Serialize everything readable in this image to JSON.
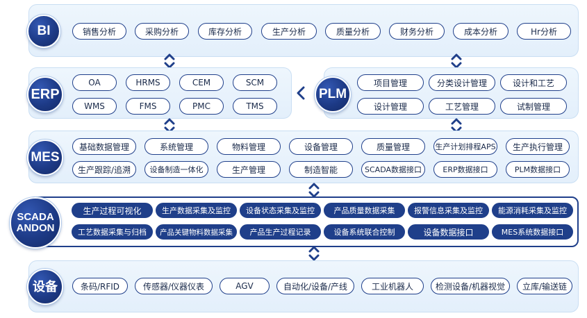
{
  "colors": {
    "navy": "#1f3f8a",
    "panel_bg": "#e8f2fc",
    "panel_border": "#c9def3"
  },
  "layers": {
    "bi": {
      "badge": "BI",
      "items": [
        "销售分析",
        "采购分析",
        "库存分析",
        "生产分析",
        "质量分析",
        "财务分析",
        "成本分析",
        "Hr分析"
      ]
    },
    "erp": {
      "badge": "ERP",
      "items": [
        "OA",
        "HRMS",
        "CEM",
        "SCM",
        "WMS",
        "FMS",
        "PMC",
        "TMS"
      ]
    },
    "plm": {
      "badge": "PLM",
      "items": [
        "项目管理",
        "分类设计管理",
        "设计和工艺",
        "设计管理",
        "工艺管理",
        "试制管理"
      ]
    },
    "mes": {
      "badge": "MES",
      "items": [
        "基础数据管理",
        "系统管理",
        "物料管理",
        "设备管理",
        "质量管理",
        "生产计划排程APS",
        "生产执行管理",
        "生产跟踪/追溯",
        "设备制造一体化",
        "生产管理",
        "制造智能",
        "SCADA数据接口",
        "ERP数据接口",
        "PLM数据接口"
      ]
    },
    "scada": {
      "badge_line1": "SCADA",
      "badge_line2": "ANDON",
      "items": [
        "生产过程可视化",
        "生产数据采集及监控",
        "设备状态采集及监控",
        "产品质量数据采集",
        "报警信息采集及监控",
        "能源消耗采集及监控",
        "工艺数据采集与归档",
        "产品关键物料数据采集",
        "产品生产过程记录",
        "设备系统联合控制",
        "设备数据接口",
        "MES系统数据接口"
      ]
    },
    "equipment": {
      "badge": "设备",
      "items": [
        "条码/RFID",
        "传感器/仪器仪表",
        "AGV",
        "自动化/设备/产线",
        "工业机器人",
        "检测设备/机器视觉",
        "立库/输送链"
      ]
    }
  }
}
